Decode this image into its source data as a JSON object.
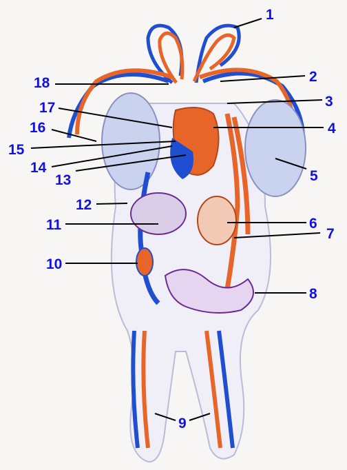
{
  "labels": [
    "1",
    "2",
    "3",
    "4",
    "5",
    "6",
    "7",
    "8",
    "9",
    "9",
    "10",
    "11",
    "12",
    "13",
    "14",
    "15",
    "16",
    "17",
    "18"
  ],
  "colors": {
    "artery": "#e8652a",
    "vein": "#1f4fd0",
    "organ_fill": "#c9d2ee",
    "organ_outline": "#8890c0",
    "portal": "#6a2a90",
    "label": "#1010e0",
    "leader": "#000000",
    "background": "#f7f6f4"
  }
}
